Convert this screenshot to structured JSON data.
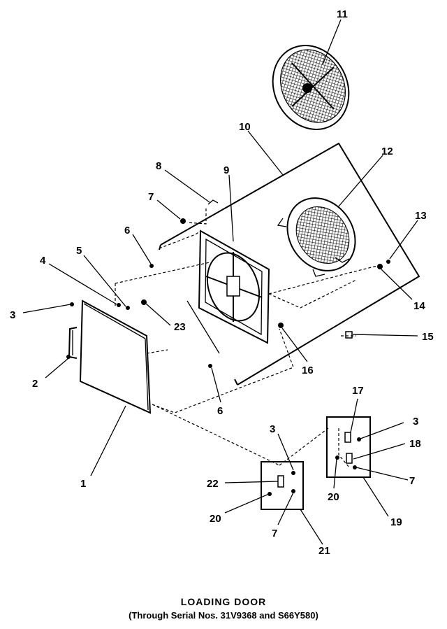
{
  "caption": {
    "title": "LOADING DOOR",
    "subtitle": "(Through Serial Nos. 31V9368 and S66Y580)"
  },
  "callouts": {
    "c1": "1",
    "c2": "2",
    "c3a": "3",
    "c3b": "3",
    "c3c": "3",
    "c4": "4",
    "c5": "5",
    "c6a": "6",
    "c6b": "6",
    "c7a": "7",
    "c7b": "7",
    "c7c": "7",
    "c8": "8",
    "c9": "9",
    "c10": "10",
    "c11": "11",
    "c12": "12",
    "c13": "13",
    "c14": "14",
    "c15": "15",
    "c16": "16",
    "c17": "17",
    "c18": "18",
    "c19": "19",
    "c20a": "20",
    "c20b": "20",
    "c21": "21",
    "c22": "22",
    "c23": "23"
  }
}
